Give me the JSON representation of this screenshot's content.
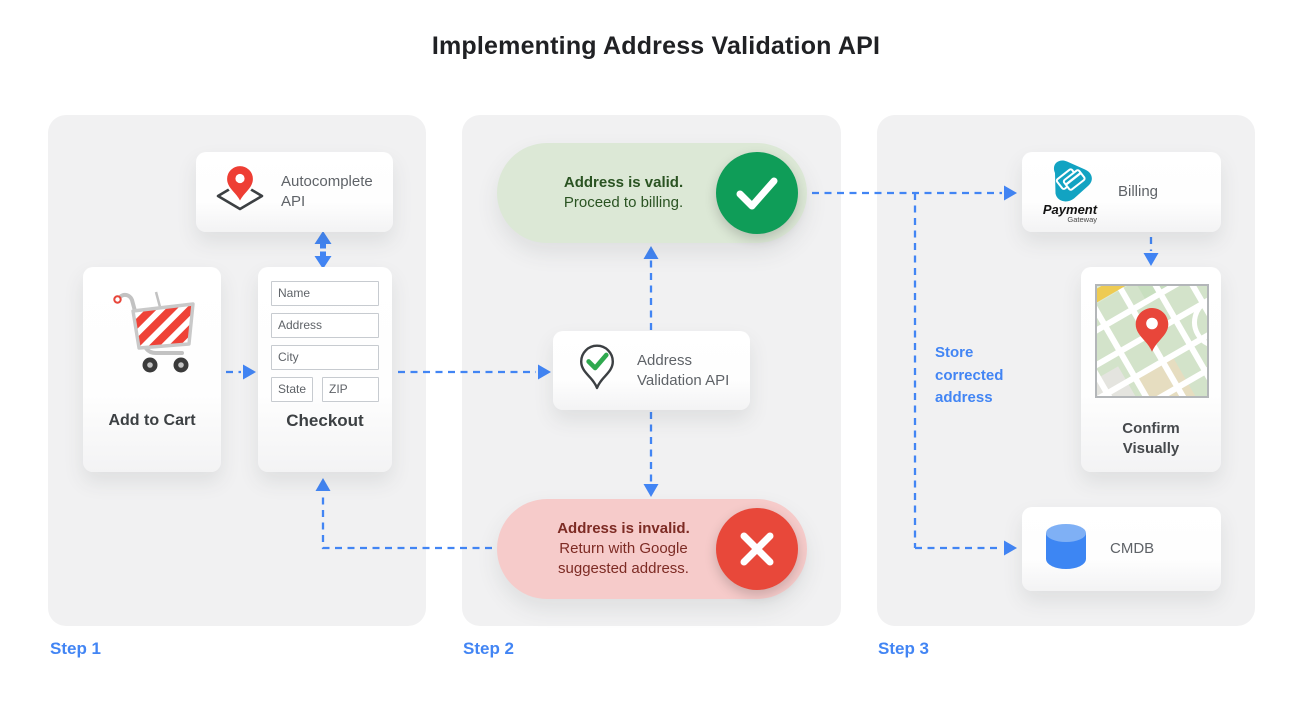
{
  "title": "Implementing Address Validation API",
  "step1": {
    "label": "Step 1",
    "autocomplete_card": {
      "label": "Autocomplete API"
    },
    "add_to_cart_card": {
      "label": "Add to Cart"
    },
    "checkout_card": {
      "label": "Checkout",
      "fields": [
        "Name",
        "Address",
        "City",
        "State",
        "ZIP"
      ]
    }
  },
  "step2": {
    "label": "Step 2",
    "valid_pill": {
      "title": "Address is valid.",
      "subtitle": "Proceed to billing."
    },
    "validation_card": {
      "label": "Address Validation API"
    },
    "invalid_pill": {
      "title": "Address is invalid.",
      "subtitle": "Return with Google suggested address."
    }
  },
  "step3": {
    "label": "Step 3",
    "billing_card": {
      "label": "Billing",
      "logo_title": "Payment",
      "logo_subtitle": "Gateway"
    },
    "confirm_card": {
      "label": "Confirm Visually"
    },
    "cmdb_card": {
      "label": "CMDB"
    },
    "store_note": "Store corrected address"
  },
  "colors": {
    "accent_blue": "#4285F4",
    "valid_green": "#0F9D58",
    "valid_pill_bg": "#DCE8D6",
    "valid_text": "#2A5322",
    "invalid_red": "#E8483A",
    "invalid_pill_bg": "#F6CBCA",
    "invalid_text": "#7D2B24",
    "panel_bg": "#F1F1F2",
    "card_text": "#5F6368",
    "title_text": "#202124",
    "pin_red": "#EE3E34",
    "payment_teal": "#12A3C2",
    "db_blue": "#3D86F3"
  },
  "icons": {
    "autocomplete": "map-pin-diamond-icon",
    "add_to_cart": "shopping-cart-icon",
    "validation": "map-pin-check-icon",
    "valid": "check-circle-icon",
    "invalid": "x-circle-icon",
    "billing": "payment-gateway-icon",
    "confirm": "map-thumbnail",
    "cmdb": "database-icon"
  }
}
